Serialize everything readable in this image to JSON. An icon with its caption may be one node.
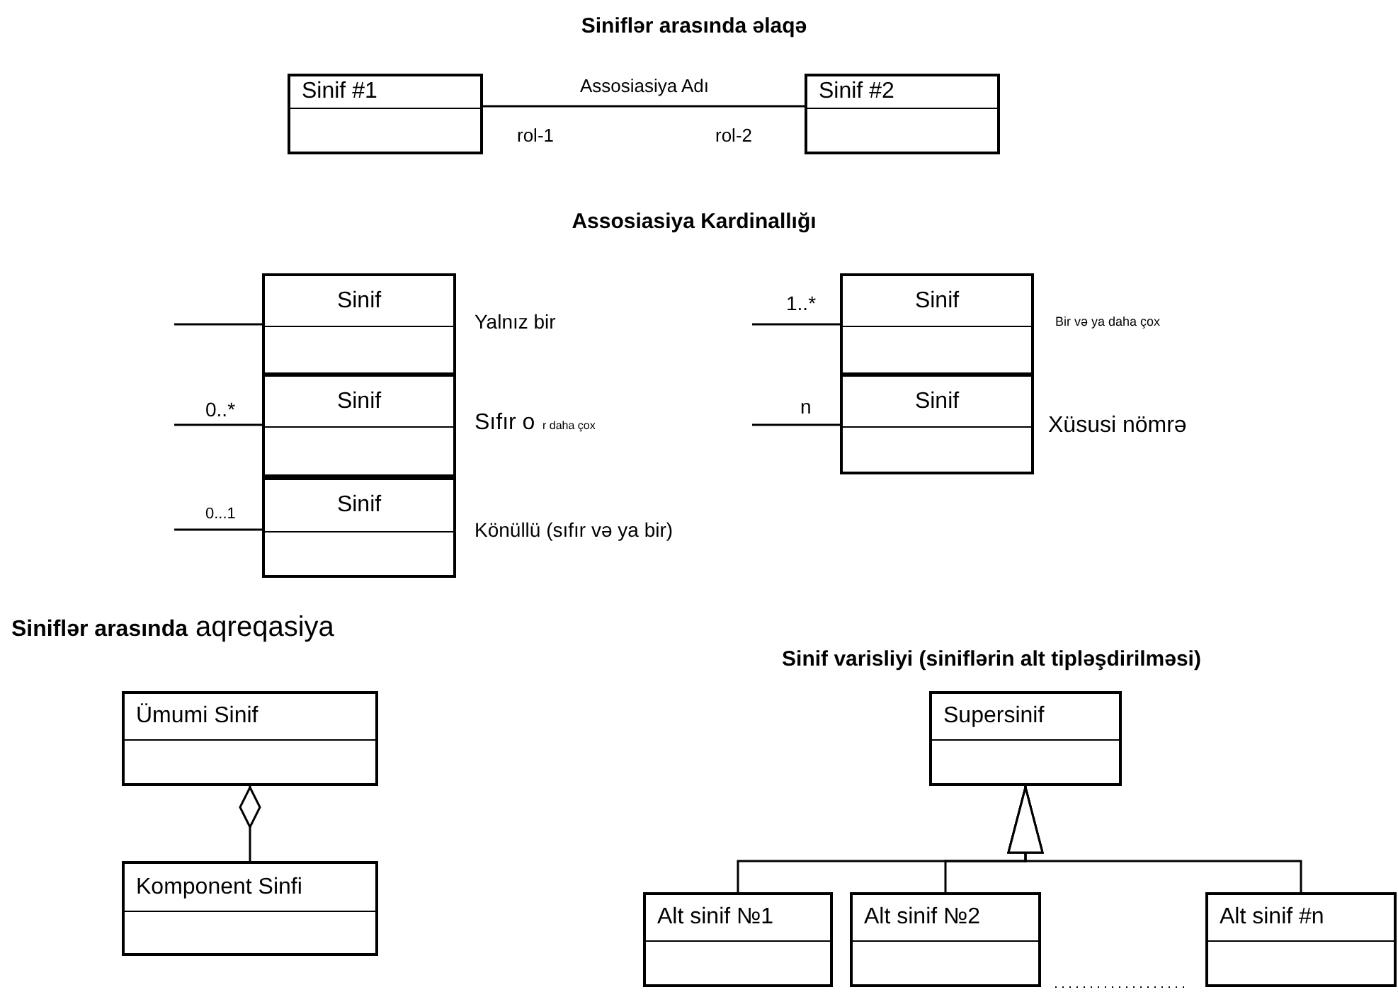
{
  "diagram": {
    "nodes": [
      {
        "text": [
          "Sinif #1"
        ]
      },
      {
        "text": [
          "Sinif #2"
        ]
      },
      {
        "text": [
          "Sinif"
        ],
        "beside": [
          "Yalnız bir"
        ]
      },
      {
        "text": [
          "Sinif"
        ],
        "beside": [
          "Sıfır o",
          "r daha çox"
        ]
      },
      {
        "text": [
          "Sinif"
        ],
        "beside": [
          "Könüllü (sıfır və ya bir)"
        ]
      },
      {
        "text": [
          "Sinif"
        ],
        "beside": [
          "Bir və ya daha çox"
        ]
      },
      {
        "text": [
          "Sinif"
        ],
        "beside": [
          "Xüsusi nömrə"
        ]
      },
      {
        "text": [
          "Ümumi Sinif"
        ]
      },
      {
        "text": [
          "Komponent Sinfi"
        ]
      },
      {
        "text": [
          "Supersinif"
        ]
      },
      {
        "text": [
          "Alt sinif №1"
        ]
      },
      {
        "text": [
          "Alt sinif №2"
        ]
      },
      {
        "text": [
          "Alt sinif #n"
        ]
      }
    ],
    "edges": [
      {
        "from": 0,
        "to": 1,
        "arrow": "none",
        "label": "Assosiasiya Adı"
      },
      {
        "from": null,
        "to": 2,
        "arrow": "none"
      },
      {
        "from": null,
        "to": 3,
        "arrow": "none",
        "label": "0..*"
      },
      {
        "from": null,
        "to": 4,
        "arrow": "none",
        "label": "0...1"
      },
      {
        "from": null,
        "to": 5,
        "arrow": "none",
        "label": "1..*"
      },
      {
        "from": null,
        "to": 6,
        "arrow": "none",
        "label": "n"
      },
      {
        "from": 8,
        "to": 7,
        "arrow": "other"
      },
      {
        "from": 10,
        "to": 9,
        "arrow": "to"
      },
      {
        "from": 11,
        "to": 9,
        "arrow": "to"
      },
      {
        "from": 12,
        "to": 9,
        "arrow": "to"
      }
    ],
    "labels": [
      "Siniflər arasında əlaqə",
      "rol-1",
      "rol-2",
      "Assosiasiya Kardinallığı",
      "**Siniflər arasında** aqreqasiya",
      "Sinif varisliyi (siniflərin alt tipləşdirilməsi)"
    ]
  }
}
